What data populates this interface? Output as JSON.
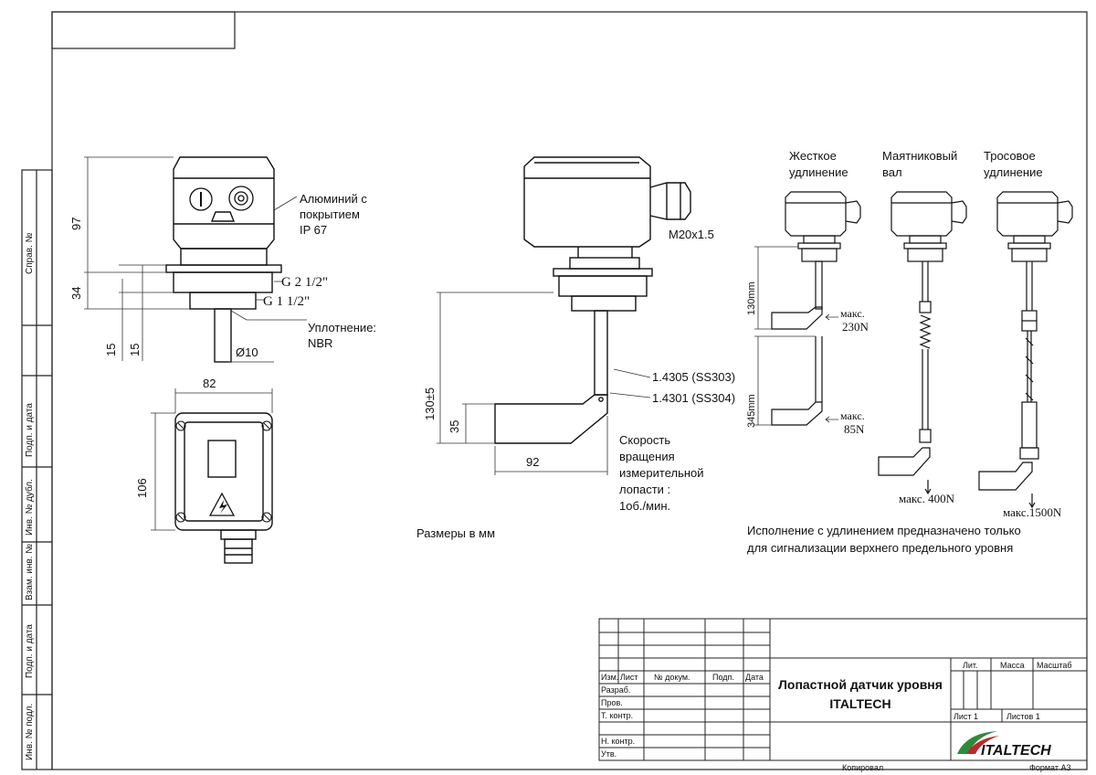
{
  "side_strip": {
    "sprav_no": "Справ. №",
    "podp_data_1": "Подп. и дата",
    "inv_no_dubl": "Инв. № дубл.",
    "vzam_inv_no": "Взам. инв. №",
    "podp_data_2": "Подп. и дата",
    "inv_no_podl": "Инв. № подл."
  },
  "front_view": {
    "dim_97": "97",
    "dim_34": "34",
    "dim_15a": "15",
    "dim_15b": "15",
    "dim_diam10": "Ø10",
    "thread_g212": "G 2 1/2\"",
    "thread_g112": "G 1 1/2\"",
    "material_line1": "Алюминий с",
    "material_line2": "покрытием",
    "material_line3": "IP 67",
    "seal_line1": "Уплотнение:",
    "seal_line2": "NBR"
  },
  "top_view": {
    "dim_82": "82",
    "dim_106": "106"
  },
  "side_view": {
    "m20": "M20x1.5",
    "dim_130": "130±5",
    "dim_35": "35",
    "dim_92": "92",
    "ss303": "1.4305 (SS303)",
    "ss304": "1.4301 (SS304)",
    "speed_line1": "Скорость",
    "speed_line2": "вращения",
    "speed_line3": "измерительной",
    "speed_line4": "лопасти :",
    "speed_line5": "1об./мин.",
    "units_note": "Размеры в мм"
  },
  "extensions": {
    "rigid_line1": "Жесткое",
    "rigid_line2": "удлинение",
    "pendulum_line1": "Маятниковый",
    "pendulum_line2": "вал",
    "cable_line1": "Тросовое",
    "cable_line2": "удлинение",
    "dim_130mm": "130mm",
    "dim_345mm": "345mm",
    "max_label_1": "макс.",
    "max_230": "230N",
    "max_label_2": "макс.",
    "max_85": "85N",
    "max_400": "макс. 400N",
    "max_1500": "макс.1500N",
    "note_line1": "Исполнение с удлинением предназначено только",
    "note_line2": "для сигнализации верхнего предельного уровня"
  },
  "title_block": {
    "izm": "Изм.",
    "list": "Лист",
    "doc_no": "№ докум.",
    "podp": "Подп.",
    "data": "Дата",
    "razrab": "Разраб.",
    "prov": "Пров.",
    "t_kontr": "Т. контр.",
    "n_kontr": "Н. контр.",
    "utv": "Утв.",
    "title_line1": "Лопастной датчик уровня",
    "title_line2": "ITALTECH",
    "lit": "Лит.",
    "massa": "Масса",
    "masshtab": "Масштаб",
    "list_1": "Лист 1",
    "listov_1": "Листов 1",
    "logo": "ITALTECH",
    "kopiroval": "Копировал",
    "format": "Формат А3"
  }
}
